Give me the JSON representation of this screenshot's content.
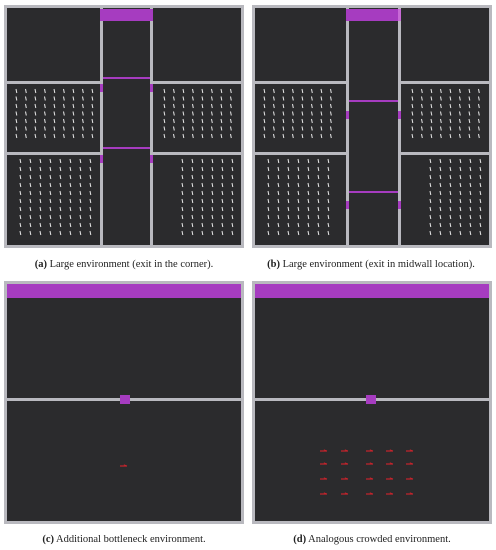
{
  "figure": {
    "panels": [
      {
        "id": "a",
        "label": "(a)",
        "caption": "Large environment (exit in the corner)."
      },
      {
        "id": "b",
        "label": "(b)",
        "caption": "Large environment (exit in midwall location)."
      },
      {
        "id": "c",
        "label": "(c)",
        "caption": "Additional bottleneck environment."
      },
      {
        "id": "d",
        "label": "(d)",
        "caption": "Analogous crowded environment."
      }
    ],
    "colors": {
      "floor": "#2b2b2d",
      "wall": "#b9b9bf",
      "exit": "#a63cc0",
      "exit_light": "#c86ad6",
      "agent_white": "#e8e8e8",
      "agent_red": "#c8242c"
    }
  }
}
